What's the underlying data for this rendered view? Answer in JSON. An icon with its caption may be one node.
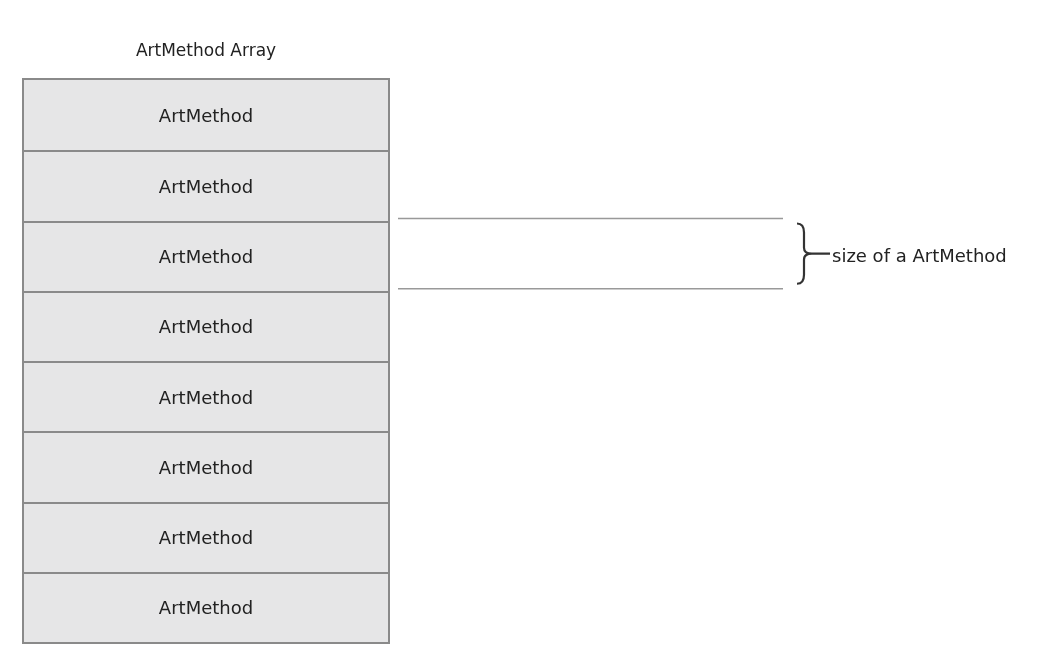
{
  "diagram": {
    "nodes": [
      {
        "text": [
          "ArtMethod Array"
        ]
      },
      {
        "text": [
          "ArtMethod"
        ],
        "in": 0
      },
      {
        "text": [
          "ArtMethod"
        ],
        "in": 0
      },
      {
        "text": [
          "ArtMethod"
        ],
        "in": 0
      },
      {
        "text": [
          "ArtMethod"
        ],
        "in": 0
      },
      {
        "text": [
          "ArtMethod"
        ],
        "in": 0
      },
      {
        "text": [
          "ArtMethod"
        ],
        "in": 0
      },
      {
        "text": [
          "ArtMethod"
        ],
        "in": 0
      },
      {
        "text": [
          "ArtMethod"
        ],
        "in": 0
      }
    ],
    "labels": [
      "size of a ArtMethod"
    ]
  }
}
